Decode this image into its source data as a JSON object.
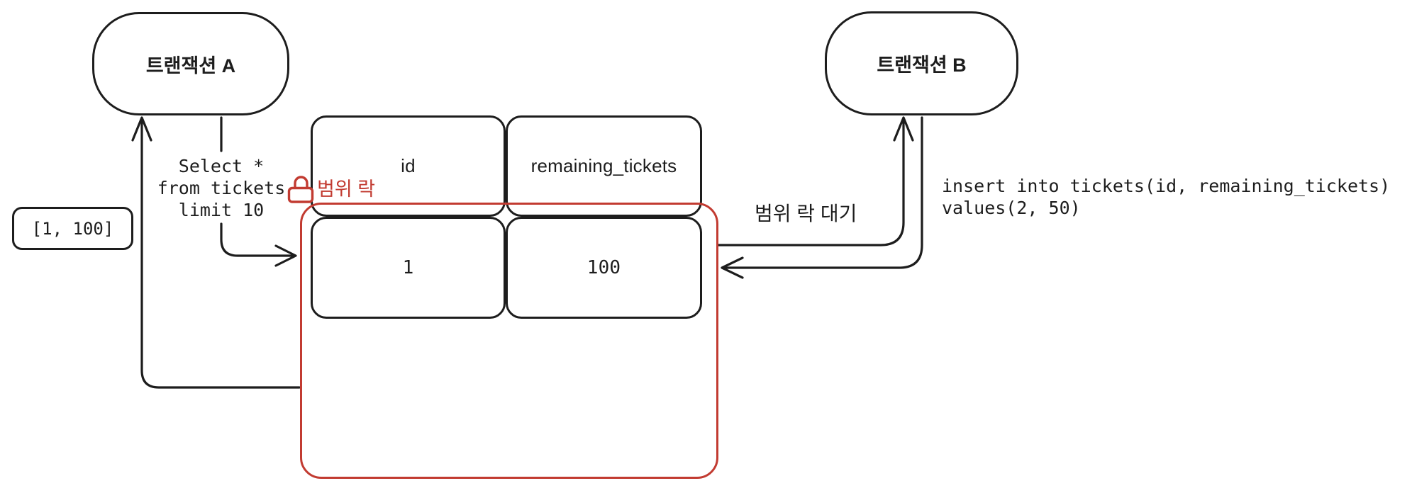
{
  "diagram": {
    "transaction_a": "트랜잭션 A",
    "transaction_b": "트랜잭션 B",
    "range_values": "[1, 100]",
    "select_query": "Select *\nfrom tickets\nlimit 10",
    "range_lock_label": "범위 락",
    "range_lock_wait_label": "범위 락 대기",
    "insert_query": "insert into tickets(id, remaining_tickets)\nvalues(2, 50)",
    "table": {
      "columns": [
        "id",
        "remaining_tickets"
      ],
      "rows": [
        [
          "1",
          "100"
        ]
      ]
    },
    "colors": {
      "stroke": "#1d1d1d",
      "lock_red": "#c23b31"
    }
  }
}
